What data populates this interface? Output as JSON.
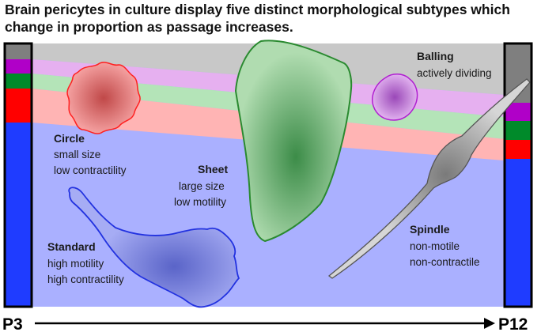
{
  "title": "Brain pericytes in culture display five distinct morphological subtypes which change in proportion as passage increases.",
  "axis": {
    "start_label": "P3",
    "end_label": "P12"
  },
  "colors": {
    "gray": "#7f7f7f",
    "purple": "#b000c8",
    "green": "#008a2a",
    "red": "#ff0000",
    "blue": "#1f3cff",
    "band_gray": "#c8c8c8",
    "band_purple": "#e6b0f0",
    "band_green": "#b4e4b8",
    "band_red": "#ffb4b4",
    "band_blue": "#aab0ff"
  },
  "subtypes": {
    "circle": {
      "name": "Circle",
      "line1": "small size",
      "line2": "low contractility"
    },
    "sheet": {
      "name": "Sheet",
      "line1": "large size",
      "line2": "low motility"
    },
    "balling": {
      "name": "Balling",
      "line1": "actively dividing"
    },
    "standard": {
      "name": "Standard",
      "line1": "high motility",
      "line2": "high contractility"
    },
    "spindle": {
      "name": "Spindle",
      "line1": "non-motile",
      "line2": "non-contractile"
    }
  }
}
